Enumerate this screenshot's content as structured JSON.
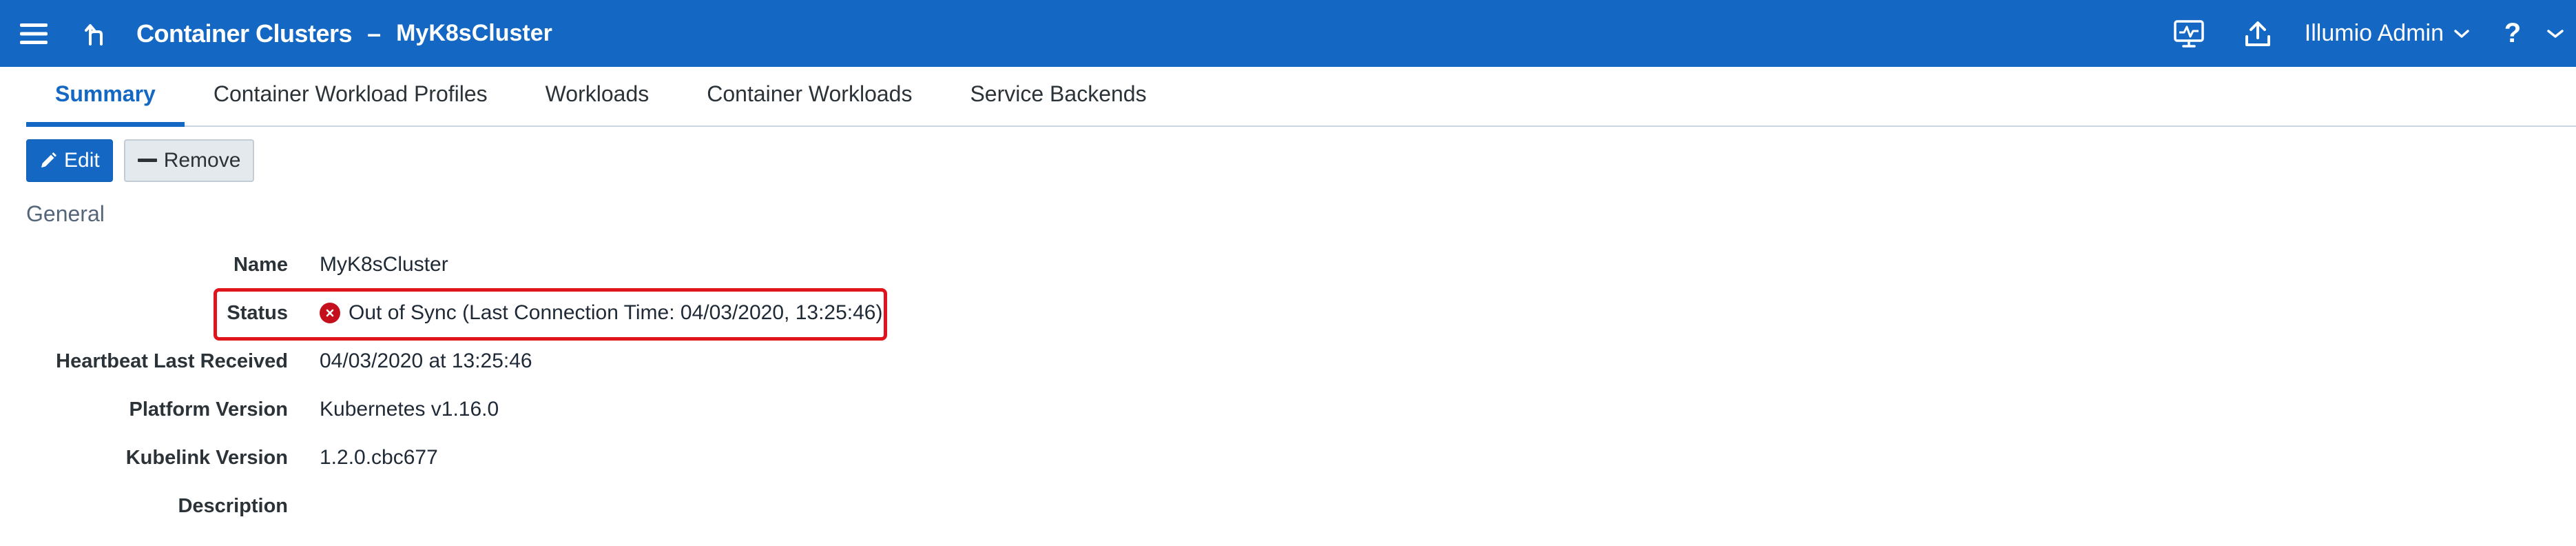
{
  "header": {
    "page_title": "Container Clusters",
    "separator": "–",
    "cluster_name": "MyK8sCluster",
    "user_label": "Illumio Admin",
    "help_label": "?"
  },
  "tabs": [
    {
      "label": "Summary",
      "active": true
    },
    {
      "label": "Container Workload Profiles",
      "active": false
    },
    {
      "label": "Workloads",
      "active": false
    },
    {
      "label": "Container Workloads",
      "active": false
    },
    {
      "label": "Service Backends",
      "active": false
    }
  ],
  "toolbar": {
    "edit_label": "Edit",
    "remove_label": "Remove"
  },
  "general": {
    "section_title": "General",
    "name_label": "Name",
    "name_value": "MyK8sCluster",
    "status_label": "Status",
    "status_value": "Out of Sync (Last Connection Time: 04/03/2020, 13:25:46)",
    "heartbeat_label": "Heartbeat Last Received",
    "heartbeat_value": "04/03/2020 at 13:25:46",
    "platform_label": "Platform Version",
    "platform_value": "Kubernetes v1.16.0",
    "kubelink_label": "Kubelink Version",
    "kubelink_value": "1.2.0.cbc677",
    "description_label": "Description",
    "description_value": ""
  },
  "colors": {
    "header_bg": "#1468c3",
    "error_red": "#c3101c",
    "highlight_box": "#e0141c"
  },
  "icons": {
    "menu": "hamburger-menu-icon",
    "back": "back-arrow-icon",
    "monitor": "monitor-icon",
    "upload": "upload-icon",
    "user_dropdown": "chevron-down-icon",
    "expand": "chevron-down-icon",
    "edit": "pencil-icon",
    "remove": "minus-icon",
    "status": "error-circle-icon"
  }
}
